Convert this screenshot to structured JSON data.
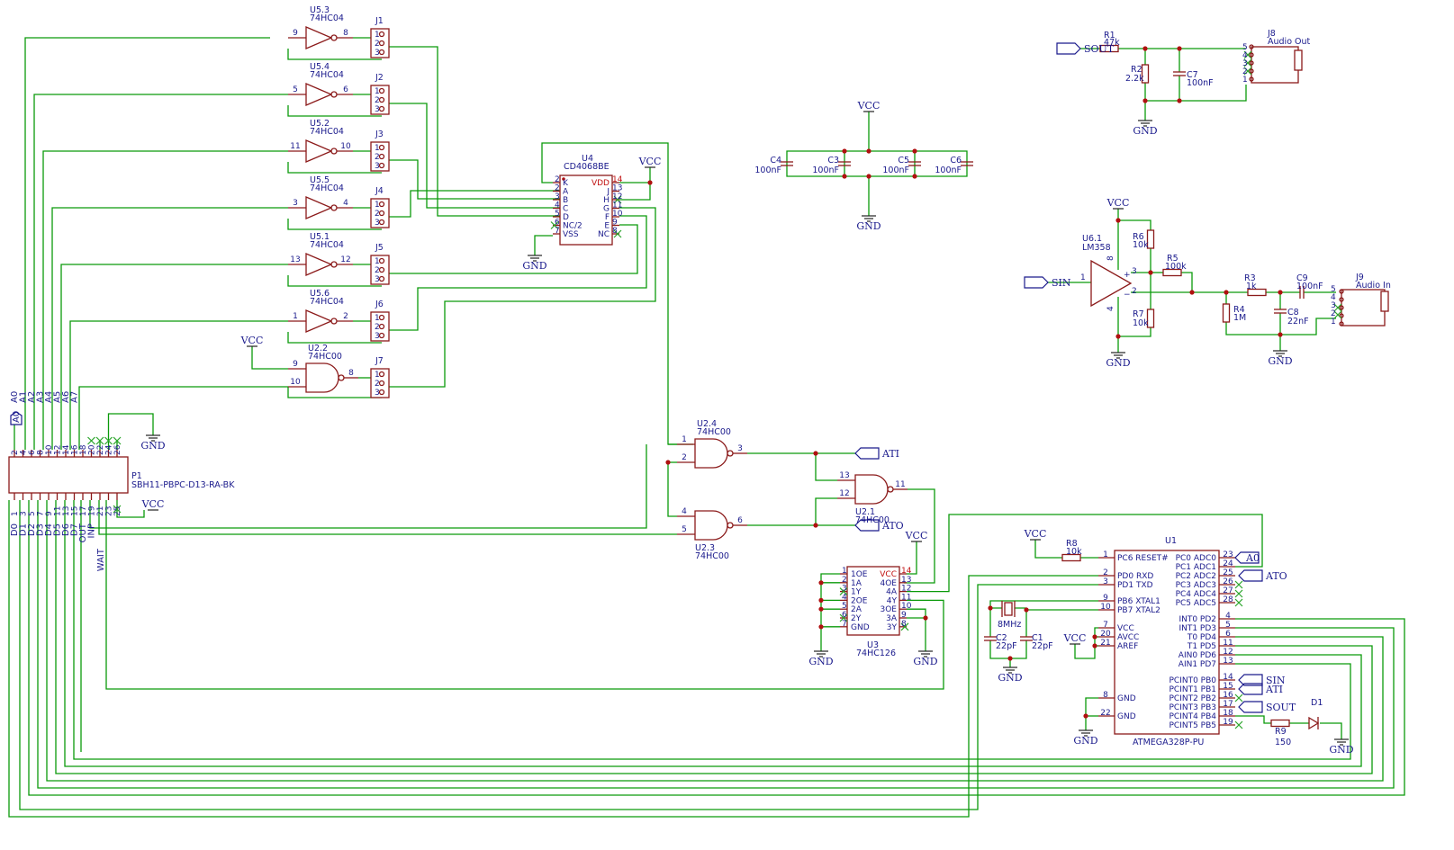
{
  "colors": {
    "wire": "#0a9a0a",
    "symbol": "#8b1a1a",
    "text": "#1a1a8c",
    "junction": "#b01010"
  },
  "power": {
    "vcc": "VCC",
    "gnd": "GND"
  },
  "inverters": [
    {
      "ref": "U5.3",
      "part": "74HC04",
      "in": "9",
      "out": "8",
      "conn": "J1"
    },
    {
      "ref": "U5.4",
      "part": "74HC04",
      "in": "5",
      "out": "6",
      "conn": "J2"
    },
    {
      "ref": "U5.2",
      "part": "74HC04",
      "in": "11",
      "out": "10",
      "conn": "J3"
    },
    {
      "ref": "U5.5",
      "part": "74HC04",
      "in": "3",
      "out": "4",
      "conn": "J4"
    },
    {
      "ref": "U5.1",
      "part": "74HC04",
      "in": "13",
      "out": "12",
      "conn": "J5"
    },
    {
      "ref": "U5.6",
      "part": "74HC04",
      "in": "1",
      "out": "2",
      "conn": "J6"
    }
  ],
  "nand_u22": {
    "ref": "U2.2",
    "part": "74HC00",
    "in1": "9",
    "in2": "10",
    "out": "8",
    "conn": "J7"
  },
  "conn_pins": [
    "1",
    "2",
    "3"
  ],
  "u4": {
    "ref": "U4",
    "part": "CD4068BE",
    "left_pins": [
      {
        "num": "2",
        "name": "K"
      },
      {
        "num": "2",
        "name": "A"
      },
      {
        "num": "3",
        "name": "B"
      },
      {
        "num": "4",
        "name": "C"
      },
      {
        "num": "5",
        "name": "D"
      },
      {
        "num": "6",
        "name": "NC/2"
      },
      {
        "num": "7",
        "name": "VSS"
      }
    ],
    "right_pins": [
      {
        "num": "14",
        "name": "VDD"
      },
      {
        "num": "13",
        "name": "J"
      },
      {
        "num": "12",
        "name": "H"
      },
      {
        "num": "11",
        "name": "G"
      },
      {
        "num": "10",
        "name": "F"
      },
      {
        "num": "9",
        "name": "E"
      },
      {
        "num": "8",
        "name": "NC"
      }
    ]
  },
  "p1": {
    "ref": "P1",
    "part": "SBH11-PBPC-D13-RA-BK",
    "top_pins": [
      "2",
      "4",
      "6",
      "8",
      "10",
      "12",
      "14",
      "16",
      "18",
      "20",
      "22",
      "24",
      "26"
    ],
    "bottom_pins": [
      "1",
      "3",
      "5",
      "7",
      "9",
      "11",
      "13",
      "15",
      "17",
      "19",
      "21",
      "23",
      "25"
    ],
    "top_labels": [
      "A0",
      "A1",
      "A2",
      "A3",
      "A4",
      "A5",
      "A6",
      "A7"
    ],
    "bottom_labels": [
      "D0",
      "D1",
      "D2",
      "D3",
      "D4",
      "D5",
      "D6",
      "D7",
      "OUT",
      "INP"
    ],
    "wait_label": "WAIT"
  },
  "nand_u24": {
    "ref": "U2.4",
    "part": "74HC00",
    "in1": "1",
    "in2": "2",
    "out": "3"
  },
  "nand_u23": {
    "ref": "U2.3",
    "part": "74HC00",
    "in1": "4",
    "in2": "5",
    "out": "6"
  },
  "nand_u21": {
    "ref": "U2.1",
    "part": "74HC00",
    "in1": "13",
    "in2": "12",
    "out": "11"
  },
  "ports": {
    "ati": "ATI",
    "ato": "ATO",
    "a0": "A0",
    "sout": "SOUT",
    "sin": "SIN"
  },
  "u3": {
    "ref": "U3",
    "part": "74HC126",
    "left_pins": [
      {
        "num": "1",
        "name": "1OE"
      },
      {
        "num": "2",
        "name": "1A"
      },
      {
        "num": "3",
        "name": "1Y"
      },
      {
        "num": "4",
        "name": "2OE"
      },
      {
        "num": "5",
        "name": "2A"
      },
      {
        "num": "6",
        "name": "2Y"
      },
      {
        "num": "7",
        "name": "GND"
      }
    ],
    "right_pins": [
      {
        "num": "14",
        "name": "VCC"
      },
      {
        "num": "13",
        "name": "4OE"
      },
      {
        "num": "12",
        "name": "4A"
      },
      {
        "num": "11",
        "name": "4Y"
      },
      {
        "num": "10",
        "name": "3OE"
      },
      {
        "num": "9",
        "name": "3A"
      },
      {
        "num": "8",
        "name": "3Y"
      }
    ]
  },
  "caps_top": [
    {
      "ref": "C4",
      "val": "100nF"
    },
    {
      "ref": "C3",
      "val": "100nF"
    },
    {
      "ref": "C5",
      "val": "100nF"
    },
    {
      "ref": "C6",
      "val": "100nF"
    }
  ],
  "audio_out": {
    "r1": "R1",
    "r1v": "47k",
    "r2": "R2",
    "r2v": "2.2k",
    "c7": "C7",
    "c7v": "100nF",
    "j8": "J8",
    "j8v": "Audio Out",
    "pins": [
      "5",
      "4",
      "3",
      "2",
      "1"
    ]
  },
  "audio_in": {
    "u6": "U6.1",
    "u6v": "LM358",
    "r6": "R6",
    "r6v": "10k",
    "r7": "R7",
    "r7v": "10k",
    "r5": "R5",
    "r5v": "100k",
    "r3": "R3",
    "r3v": "1k",
    "r4": "R4",
    "r4v": "1M",
    "c9": "C9",
    "c9v": "100nF",
    "c8": "C8",
    "c8v": "22nF",
    "j9": "J9",
    "j9v": "Audio In",
    "pins_op": [
      "8",
      "4",
      "3",
      "2",
      "1"
    ],
    "jpins": [
      "5",
      "4",
      "3",
      "2",
      "1"
    ]
  },
  "u1": {
    "ref": "U1",
    "part": "ATMEGA328P-PU",
    "left_pins": [
      {
        "num": "1",
        "name": "PC6 RESET#"
      },
      {
        "num": "2",
        "name": "PD0 RXD"
      },
      {
        "num": "3",
        "name": "PD1 TXD"
      },
      {
        "num": "9",
        "name": "PB6 XTAL1"
      },
      {
        "num": "10",
        "name": "PB7 XTAL2"
      },
      {
        "num": "7",
        "name": "VCC"
      },
      {
        "num": "20",
        "name": "AVCC"
      },
      {
        "num": "21",
        "name": "AREF"
      },
      {
        "num": "8",
        "name": "GND"
      },
      {
        "num": "22",
        "name": "GND"
      }
    ],
    "right_pins": [
      {
        "num": "23",
        "name": "PC0 ADC0"
      },
      {
        "num": "24",
        "name": "PC1 ADC1"
      },
      {
        "num": "25",
        "name": "PC2 ADC2"
      },
      {
        "num": "26",
        "name": "PC3 ADC3"
      },
      {
        "num": "27",
        "name": "PC4 ADC4"
      },
      {
        "num": "28",
        "name": "PC5 ADC5"
      },
      {
        "num": "4",
        "name": "INT0 PD2"
      },
      {
        "num": "5",
        "name": "INT1 PD3"
      },
      {
        "num": "6",
        "name": "T0 PD4"
      },
      {
        "num": "11",
        "name": "T1 PD5"
      },
      {
        "num": "12",
        "name": "AIN0 PD6"
      },
      {
        "num": "13",
        "name": "AIN1 PD7"
      },
      {
        "num": "14",
        "name": "PCINT0 PB0"
      },
      {
        "num": "15",
        "name": "PCINT1 PB1"
      },
      {
        "num": "16",
        "name": "PCINT2 PB2"
      },
      {
        "num": "17",
        "name": "PCINT3 PB3"
      },
      {
        "num": "18",
        "name": "PCINT4 PB4"
      },
      {
        "num": "19",
        "name": "PCINT5 PB5"
      }
    ],
    "r8": "R8",
    "r8v": "10k",
    "xtal": "8MHz",
    "c2": "C2",
    "c2v": "22pF",
    "c1": "C1",
    "c1v": "22pF",
    "r9": "R9",
    "r9v": "150",
    "d1": "D1"
  }
}
